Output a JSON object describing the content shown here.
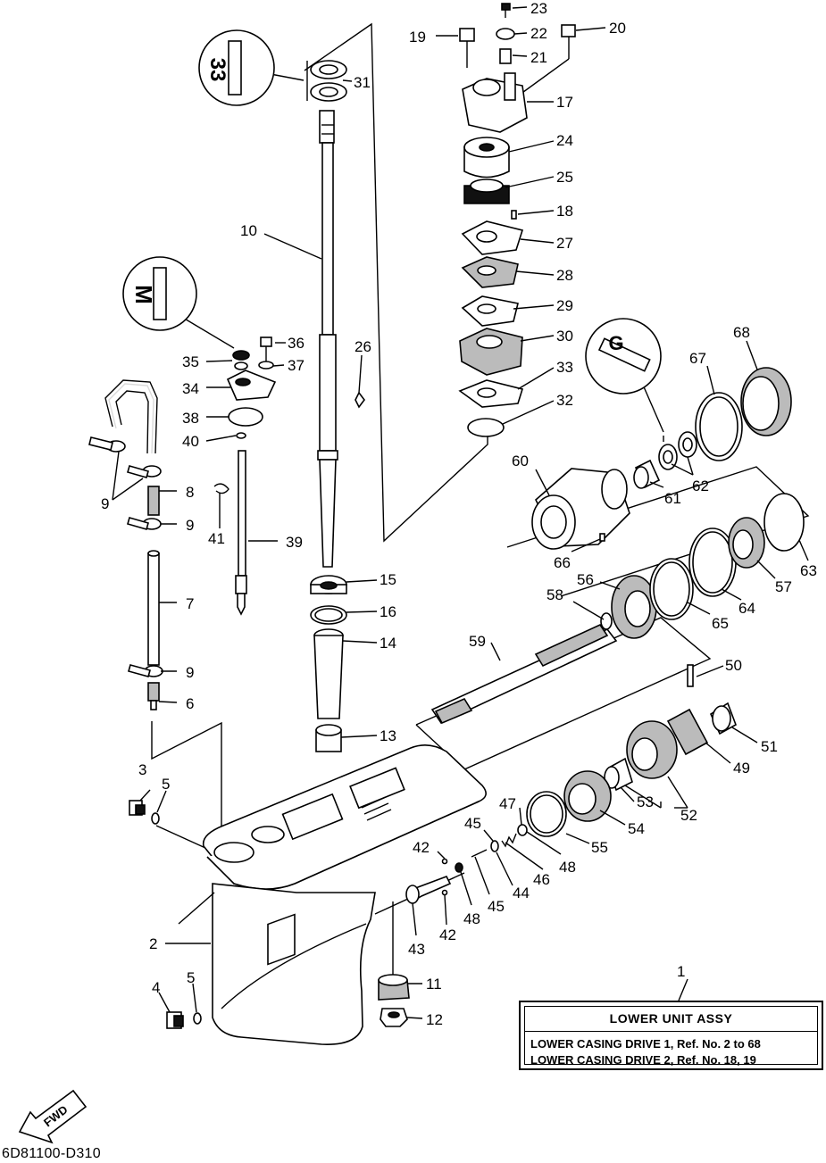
{
  "diagram": {
    "catalog_code": "6D81100-D310",
    "fwd_badge": "FWD",
    "title_box": {
      "heading": "LOWER  UNIT  ASSY",
      "line_1": "LOWER CASING DRIVE 1,  Ref. No. 2 to 68",
      "line_2": "LOWER CASING DRIVE 2,  Ref. No. 18, 19"
    },
    "lubricant_symbols": [
      "33",
      "M",
      "G"
    ],
    "part_labels": [
      "1",
      "2",
      "3",
      "4",
      "5",
      "5",
      "6",
      "7",
      "8",
      "9",
      "9",
      "9",
      "9",
      "10",
      "11",
      "12",
      "13",
      "14",
      "15",
      "16",
      "17",
      "18",
      "19",
      "20",
      "21",
      "22",
      "23",
      "24",
      "25",
      "26",
      "27",
      "28",
      "29",
      "30",
      "31",
      "32",
      "33",
      "34",
      "35",
      "36",
      "37",
      "38",
      "39",
      "40",
      "41",
      "42",
      "42",
      "43",
      "44",
      "45",
      "45",
      "46",
      "47",
      "48",
      "48",
      "49",
      "50",
      "51",
      "52",
      "53",
      "54",
      "55",
      "56",
      "57",
      "58",
      "59",
      "60",
      "61",
      "62",
      "63",
      "64",
      "65",
      "66",
      "67",
      "68"
    ]
  }
}
